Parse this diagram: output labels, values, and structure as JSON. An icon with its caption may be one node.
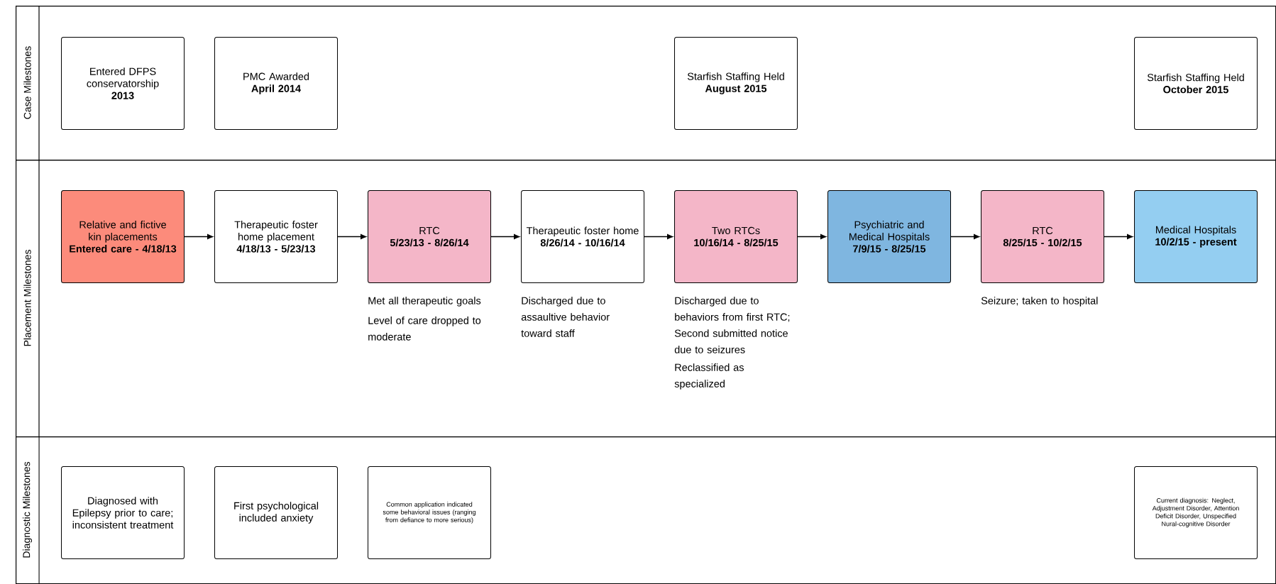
{
  "diagram": {
    "nodes": [
      {
        "text": [
          "Case Milestones"
        ]
      },
      {
        "text": [
          "Entered DFPS conservatorship",
          "2013"
        ],
        "in": 0
      },
      {
        "text": [
          "PMC Awarded",
          "April 2014"
        ],
        "in": 0
      },
      {
        "text": [
          "Starfish Staffing Held",
          "August 2015"
        ],
        "in": 0
      },
      {
        "text": [
          "Starfish Staffing Held",
          "October 2015"
        ],
        "in": 0
      },
      {
        "text": [
          "Placement Milestones"
        ]
      },
      {
        "text": [
          "Relative and fictive kin placements",
          "Entered care - 4/18/13"
        ],
        "in": 5
      },
      {
        "text": [
          "Therapeutic foster home placement",
          "4/18/13 - 5/23/13"
        ],
        "in": 5
      },
      {
        "text": [
          "RTC",
          "5/23/13 - 8/26/14"
        ],
        "in": 5,
        "beside": [
          "Met all therapeutic goals",
          "Level of care dropped to moderate"
        ]
      },
      {
        "text": [
          "Therapeutic foster home",
          "8/26/14 - 10/16/14"
        ],
        "in": 5,
        "beside": [
          "Discharged due to assaultive behavior toward staff"
        ]
      },
      {
        "text": [
          "Two RTCs",
          "10/16/14 - 8/25/15"
        ],
        "in": 5,
        "beside": [
          "Discharged due to behaviors from first RTC; Second submitted notice due to seizures",
          "Reclassified as specialized"
        ]
      },
      {
        "text": [
          "Psychiatric and Medical Hospitals",
          "7/9/15 - 8/25/15"
        ],
        "in": 5
      },
      {
        "text": [
          "RTC",
          "8/25/15 - 10/2/15"
        ],
        "in": 5,
        "beside": [
          "Seizure; taken to hospital"
        ]
      },
      {
        "text": [
          "Medical Hospitals",
          "10/2/15 - present"
        ],
        "in": 5
      },
      {
        "text": [
          "Diagnostic Milestones"
        ]
      },
      {
        "text": [
          "Diagnosed with Epilepsy prior to care; inconsistent treatment"
        ],
        "in": 14
      },
      {
        "text": [
          "First psychological included anxiety"
        ],
        "in": 14
      },
      {
        "text": [
          "Common application indicated some behavioral issues (ranging from defiance to more serious)"
        ],
        "in": 14
      },
      {
        "text": [
          "Current diagnosis: Neglect, Adjustment Disorder, Attention Deficit Disorder, Unspecified Nural-cognitive Disorder"
        ],
        "in": 14
      }
    ],
    "edges": [
      {
        "from": 6,
        "to": 7,
        "arrow": "to"
      },
      {
        "from": 7,
        "to": 8,
        "arrow": "to"
      },
      {
        "from": 8,
        "to": 9,
        "arrow": "to"
      },
      {
        "from": 9,
        "to": 10,
        "arrow": "to"
      },
      {
        "from": 10,
        "to": 11,
        "arrow": "to"
      },
      {
        "from": 11,
        "to": 12,
        "arrow": "to"
      },
      {
        "from": 12,
        "to": 13,
        "arrow": "to"
      }
    ]
  }
}
